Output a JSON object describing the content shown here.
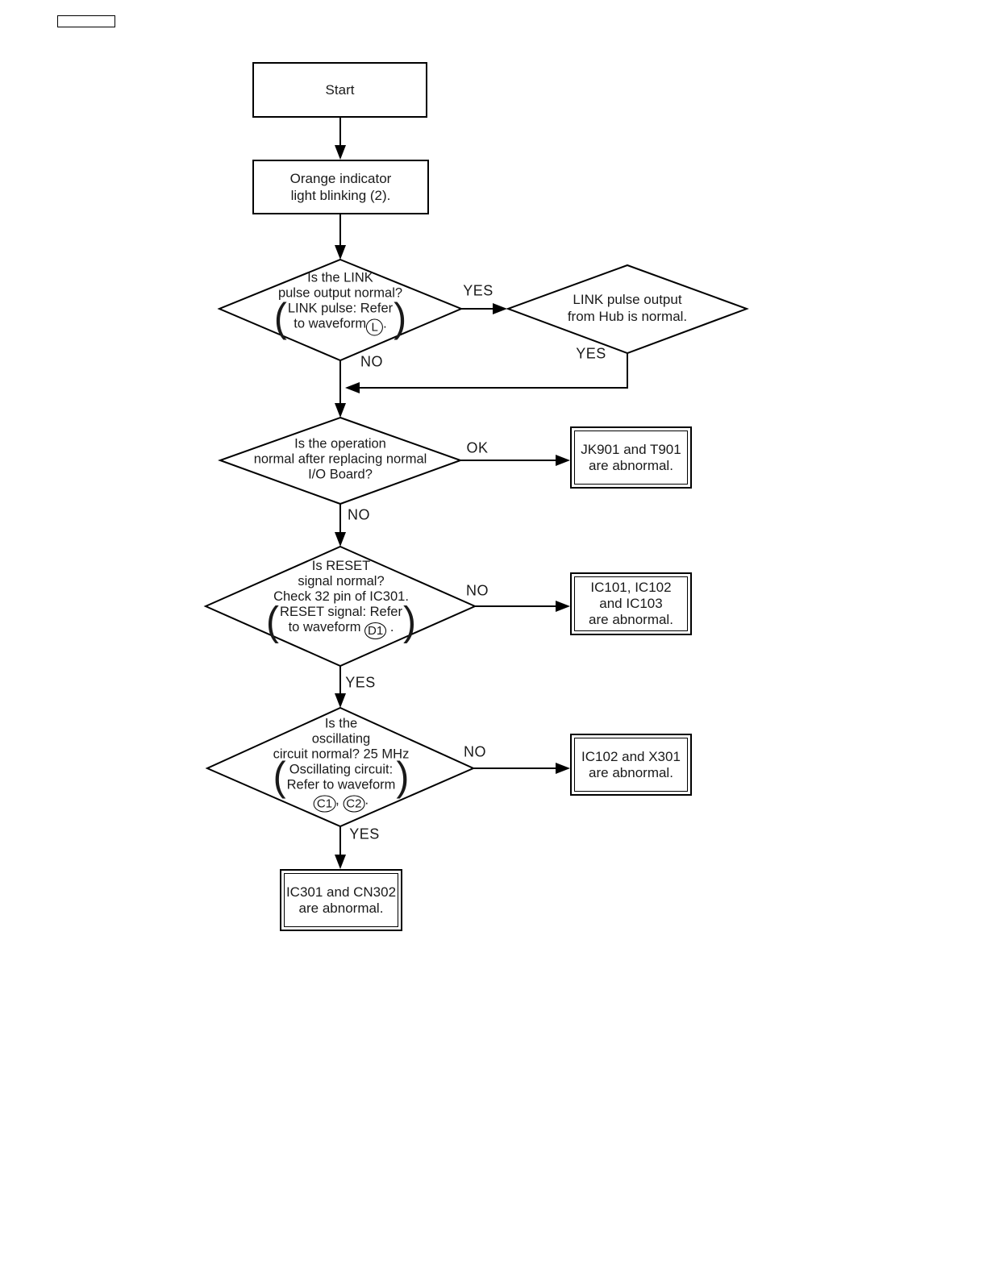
{
  "meta": {
    "background": "#ffffff",
    "line_color": "#000000",
    "corner_box": ""
  },
  "nodes": {
    "start": {
      "label": "Start"
    },
    "indicator": {
      "text": "Orange indicator\nlight blinking (2)."
    },
    "link_decision": {
      "line1": "Is the LINK",
      "line2": "pulse output normal?",
      "paren_line1": "LINK pulse: Refer",
      "paren_line2_pre": "to waveform",
      "waveform_ref": "L",
      "paren_line2_post": "."
    },
    "hub_decision": {
      "text": "LINK pulse output\nfrom Hub is normal."
    },
    "operation_decision": {
      "text": "Is the operation\nnormal after replacing normal\nI/O Board?"
    },
    "reset_decision": {
      "line1": "Is RESET",
      "line2": "signal normal?",
      "line3": "Check 32 pin of IC301.",
      "paren_line1": "RESET signal: Refer",
      "paren_line2_pre": "to waveform ",
      "waveform_ref": "D1",
      "paren_line2_post": " ."
    },
    "osc_decision": {
      "line1": "Is the",
      "line2": "oscillating",
      "line3": "circuit normal? 25 MHz",
      "paren_line1": "Oscillating circuit:",
      "paren_line2": "Refer to waveform",
      "waveform_ref1": "C1",
      "separator": ", ",
      "waveform_ref2": "C2",
      "post": "."
    },
    "result_jk901": {
      "text": "JK901 and T901\nare abnormal."
    },
    "result_ic101": {
      "text": "IC101, IC102\nand IC103\nare abnormal."
    },
    "result_ic102": {
      "text": "IC102 and X301\nare abnormal."
    },
    "result_ic301": {
      "text": "IC301 and CN302\nare abnormal."
    }
  },
  "edge_labels": {
    "link_yes": "YES",
    "link_no": "NO",
    "hub_yes": "YES",
    "operation_ok": "OK",
    "operation_no": "NO",
    "reset_no": "NO",
    "reset_yes": "YES",
    "osc_no": "NO",
    "osc_yes": "YES"
  }
}
